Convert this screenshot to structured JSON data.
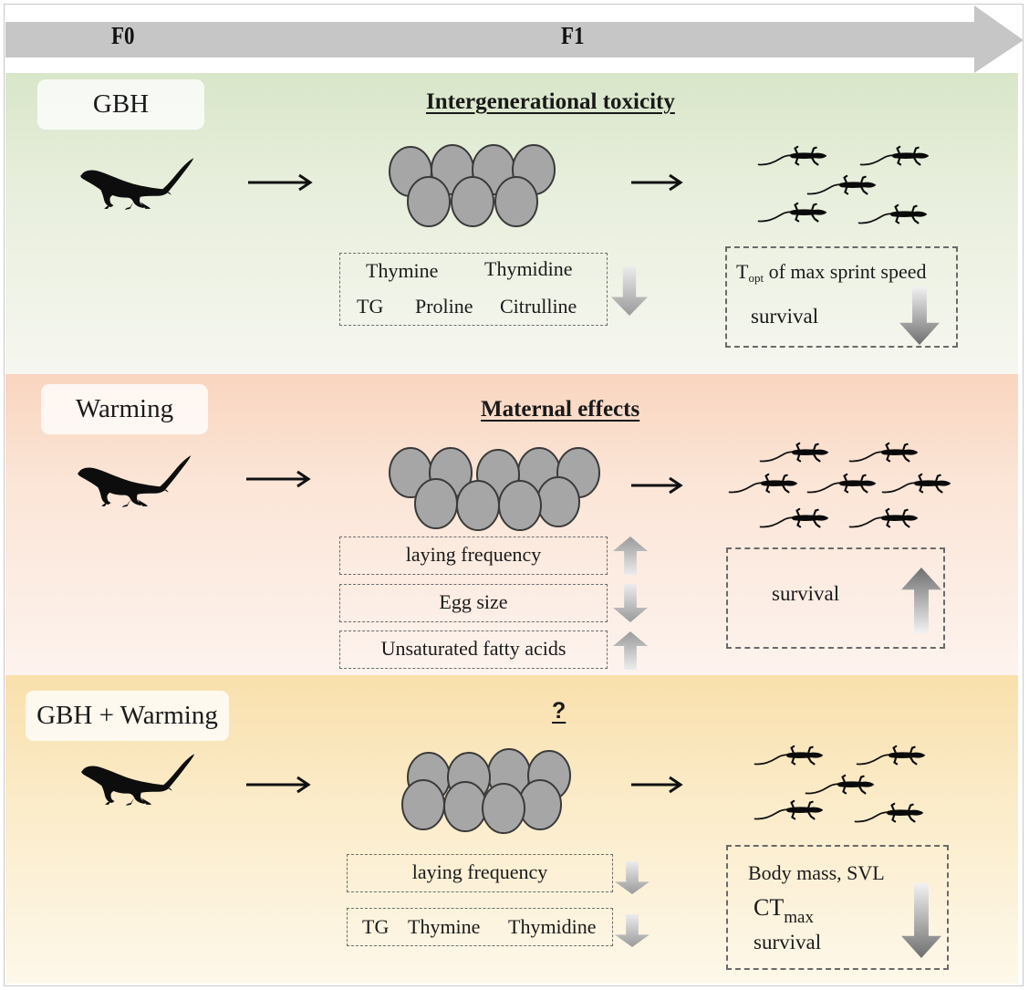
{
  "generations": {
    "f0": "F0",
    "f1": "F1"
  },
  "colors": {
    "arrow_fill": "#c6c6c6",
    "gbh_panel_top": "#d8e6c9",
    "warming_panel_top": "#f9d5bf",
    "combo_panel_top": "#f9e0ac",
    "egg_fill": "#a6a6a6",
    "egg_stroke": "#3a3a3a"
  },
  "panels": [
    {
      "id": "gbh",
      "treatment": "GBH",
      "heading": "Intergenerational toxicity",
      "egg_count": 7,
      "offspring_count": 5,
      "egg_traits": [
        {
          "items": [
            "Thymine",
            "Thymidine",
            "TG",
            "Proline",
            "Citrulline"
          ],
          "direction": "down"
        }
      ],
      "offspring_traits": {
        "items": [
          {
            "base": "T",
            "sub": "opt",
            "rest": " of max sprint speed"
          },
          {
            "base": "survival"
          }
        ],
        "direction": "down"
      }
    },
    {
      "id": "warming",
      "treatment": "Warming",
      "heading": "Maternal effects",
      "egg_count": 9,
      "offspring_count": 7,
      "egg_traits": [
        {
          "items": [
            "laying frequency"
          ],
          "direction": "up"
        },
        {
          "items": [
            "Egg size"
          ],
          "direction": "down"
        },
        {
          "items": [
            "Unsaturated fatty acids"
          ],
          "direction": "up"
        }
      ],
      "offspring_traits": {
        "items": [
          {
            "base": "survival"
          }
        ],
        "direction": "up"
      }
    },
    {
      "id": "combo",
      "treatment": "GBH + Warming",
      "heading": "?",
      "egg_count": 8,
      "offspring_count": 5,
      "egg_traits": [
        {
          "items": [
            "laying frequency"
          ],
          "direction": "down"
        },
        {
          "items": [
            "TG",
            "Thymine",
            "Thymidine"
          ],
          "direction": "down"
        }
      ],
      "offspring_traits": {
        "items": [
          {
            "base": "Body mass, SVL"
          },
          {
            "base": "CT",
            "sub": "max"
          },
          {
            "base": "survival"
          }
        ],
        "direction": "down"
      }
    }
  ]
}
